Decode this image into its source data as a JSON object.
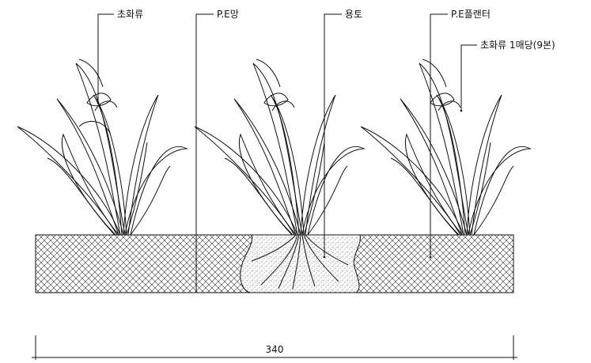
{
  "labels": {
    "plant": "초화류",
    "pe_bag": "P.E망",
    "soil": "용토",
    "planter": "P.E플랜터",
    "per_unit": "초화류 1매당(9본)"
  },
  "dimension": {
    "width_value": "340"
  },
  "colors": {
    "line": "#111111",
    "background": "#ffffff"
  }
}
